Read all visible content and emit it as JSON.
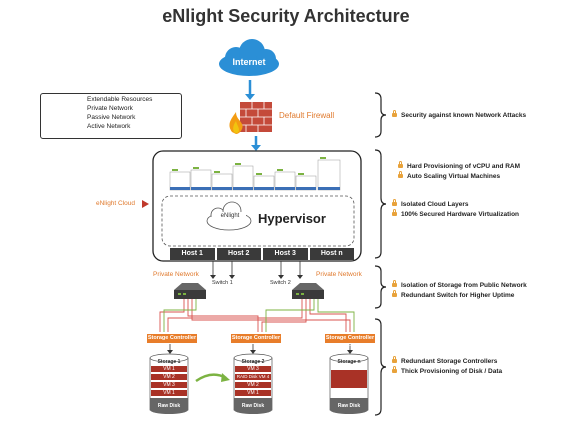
{
  "title": "eNlight Security Architecture",
  "internet": "Internet",
  "firewall": "Default Firewall",
  "legend": [
    {
      "label": "Extendable Resources",
      "color": "#3b6fb6",
      "dashed": true
    },
    {
      "label": "Private Network",
      "color": "#3b6fb6",
      "dashed": false
    },
    {
      "label": "Passive Network",
      "color": "#d9534f",
      "dashed": false
    },
    {
      "label": "Active Network",
      "color": "#7cb342",
      "dashed": false
    }
  ],
  "cloud_label": "eNlight Cloud",
  "cloud_logo": "eNlight",
  "hypervisor": "Hypervisor",
  "hosts": [
    "Host 1",
    "Host 2",
    "Host 3",
    "Host n"
  ],
  "private_network_left": "Private Network",
  "private_network_right": "Private Network",
  "switch1": "Switch 1",
  "switch2": "Switch 2",
  "storage_controllers": [
    "Storage Controller 1",
    "Storage Controller 2",
    "Storage Controller n"
  ],
  "storage1": {
    "name": "Storage 1",
    "vms": [
      "VM 1",
      "VM 2",
      "VM 3",
      "VM 1"
    ],
    "base": "Raw Disk"
  },
  "storage2": {
    "name": "Storage 2",
    "vms": [
      "VM 3",
      "RAID Disk VM 4",
      "VM 2",
      "VM 1"
    ],
    "base": "Raw Disk"
  },
  "storagen": {
    "name": "Storage n",
    "base": "Raw Disk"
  },
  "side_notes": {
    "g1": [
      "Security against known Network Attacks"
    ],
    "g2a": [
      "Hard Provisioning of vCPU and RAM",
      "Auto Scaling Virtual Machines"
    ],
    "g2b": [
      "Isolated Cloud Layers",
      "100% Secured Hardware Virtualization"
    ],
    "g3": [
      "Isolation of Storage from Public Network",
      "Redundant Switch for Higher Uptime"
    ],
    "g4": [
      "Redundant Storage Controllers",
      "Thick Provisioning of Disk / Data"
    ]
  }
}
